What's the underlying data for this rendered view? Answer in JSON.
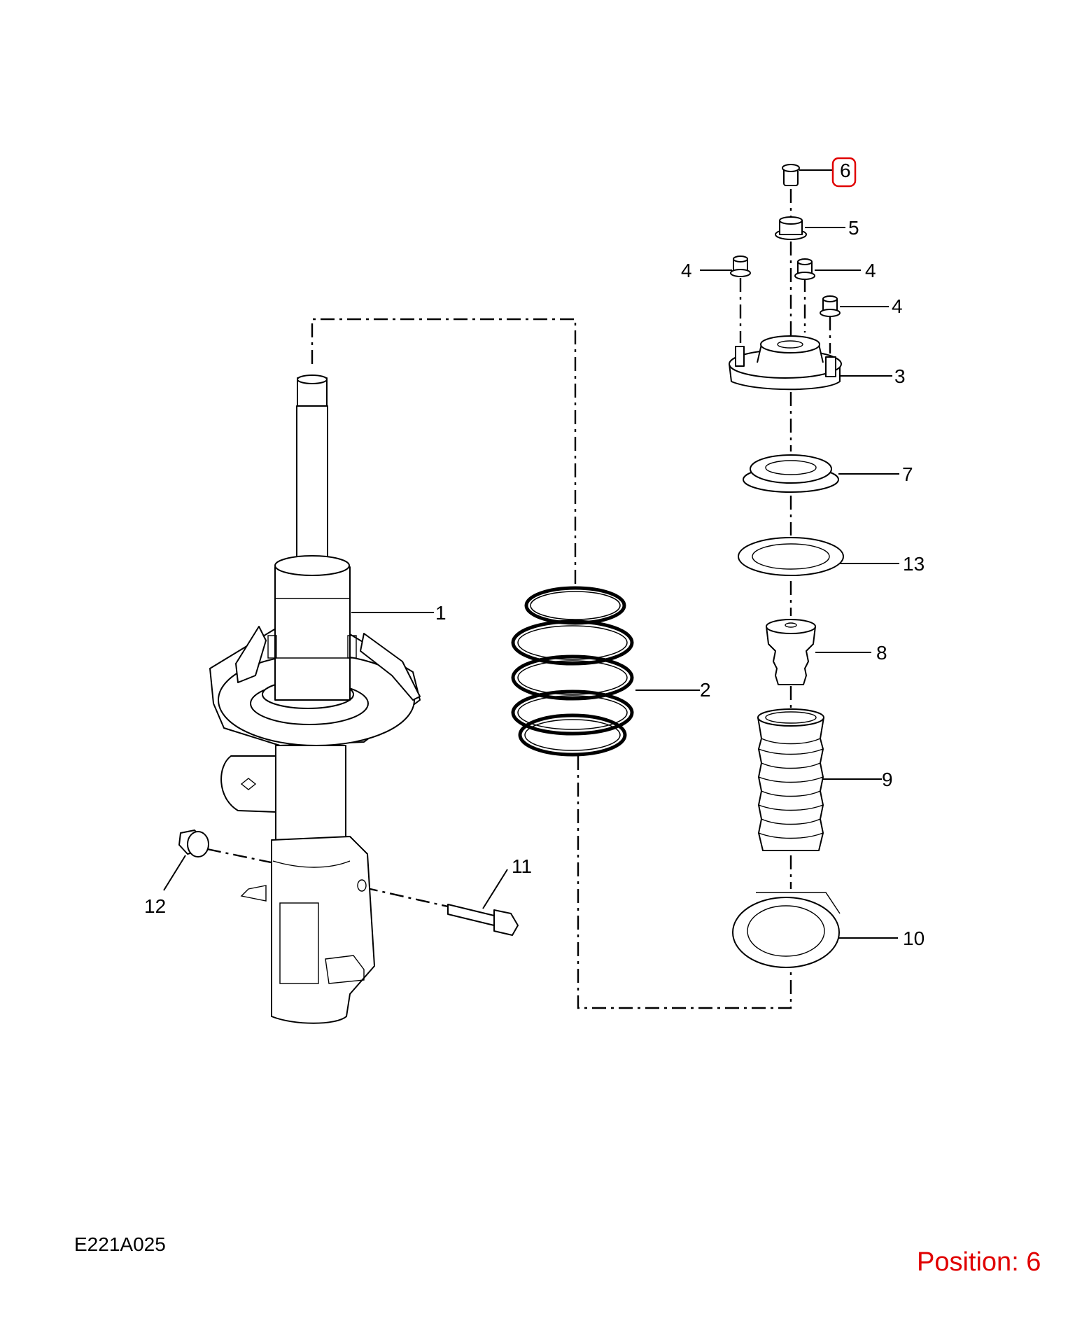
{
  "figure_code": "E221A025",
  "position_label": "Position: 6",
  "highlight_color": "#e00000",
  "callouts": {
    "c1": "1",
    "c2": "2",
    "c3": "3",
    "c4a": "4",
    "c4b": "4",
    "c4c": "4",
    "c5": "5",
    "c6": "6",
    "c7": "7",
    "c8": "8",
    "c9": "9",
    "c10": "10",
    "c11": "11",
    "c12": "12",
    "c13": "13"
  },
  "highlighted_callout": "6"
}
